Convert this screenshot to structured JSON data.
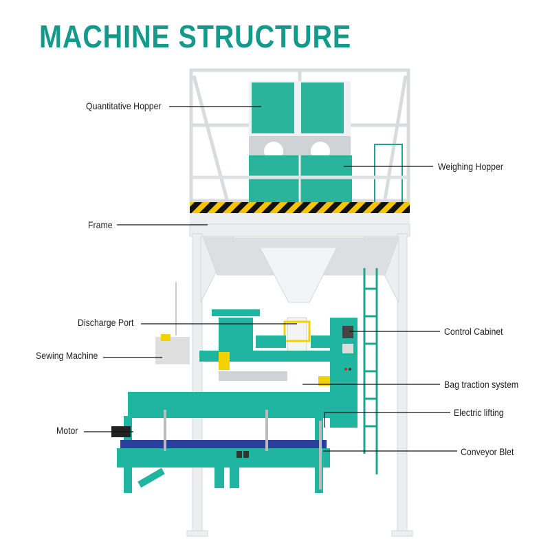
{
  "title": "MACHINE STRUCTURE",
  "colors": {
    "accent": "#14998b",
    "machine": "#1fb5a0",
    "frame": "#e9ecee",
    "conveyor": "#2b3f9e",
    "hazard_yellow": "#f5c400"
  },
  "labels": {
    "quantitative_hopper": "Quantitative Hopper",
    "weighing_hopper": "Weighing Hopper",
    "frame": "Frame",
    "discharge_port": "Discharge Port",
    "sewing_machine": "Sewing Machine",
    "motor": "Motor",
    "control_cabinet": "Control Cabinet",
    "bag_traction_system": "Bag traction system",
    "electric_lifting": "Electric lifting",
    "conveyor_belt": "Conveyor Blet"
  }
}
